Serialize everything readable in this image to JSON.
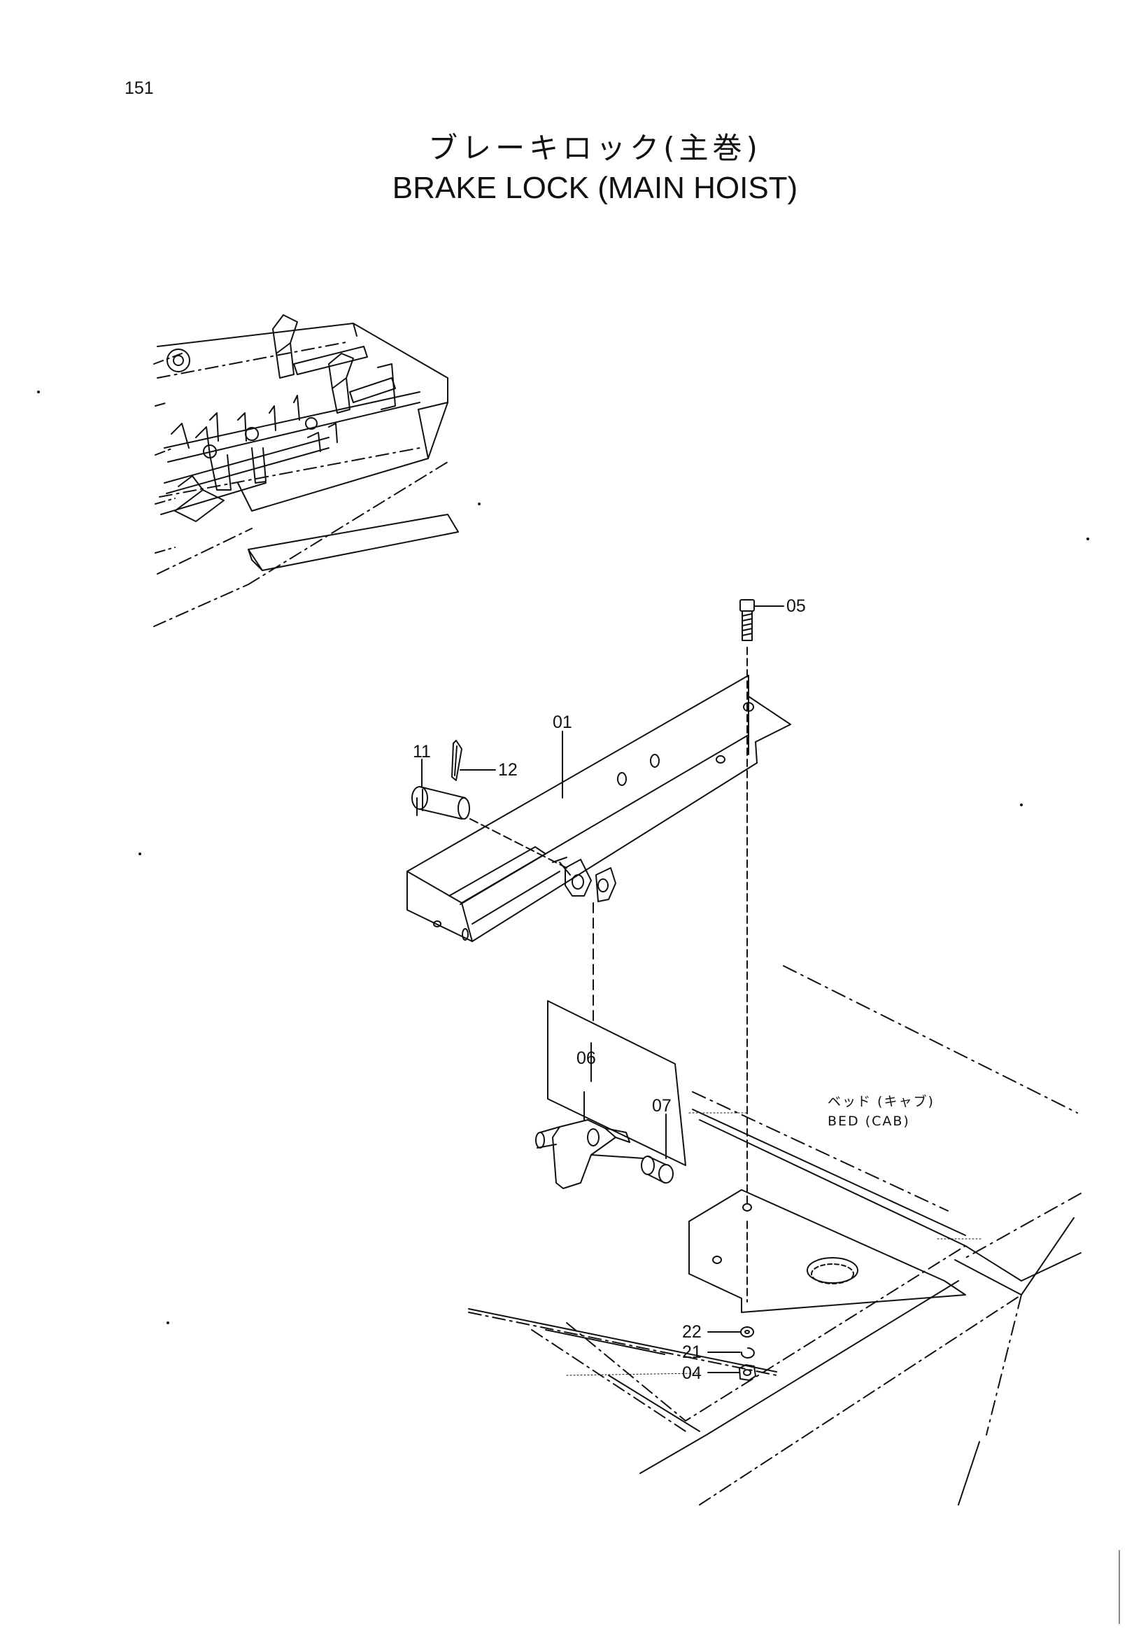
{
  "page_number": "151",
  "title": {
    "japanese": "ブレーキロック(主巻)",
    "english": "BRAKE LOCK (MAIN HOIST)"
  },
  "callouts": {
    "p01": "01",
    "p04": "04",
    "p05": "05",
    "p06": "06",
    "p07": "07",
    "p11": "11",
    "p12": "12",
    "p21": "21",
    "p22": "22"
  },
  "bed_label": {
    "japanese": "ベッド (キャブ)",
    "english": "BED (CAB)"
  }
}
